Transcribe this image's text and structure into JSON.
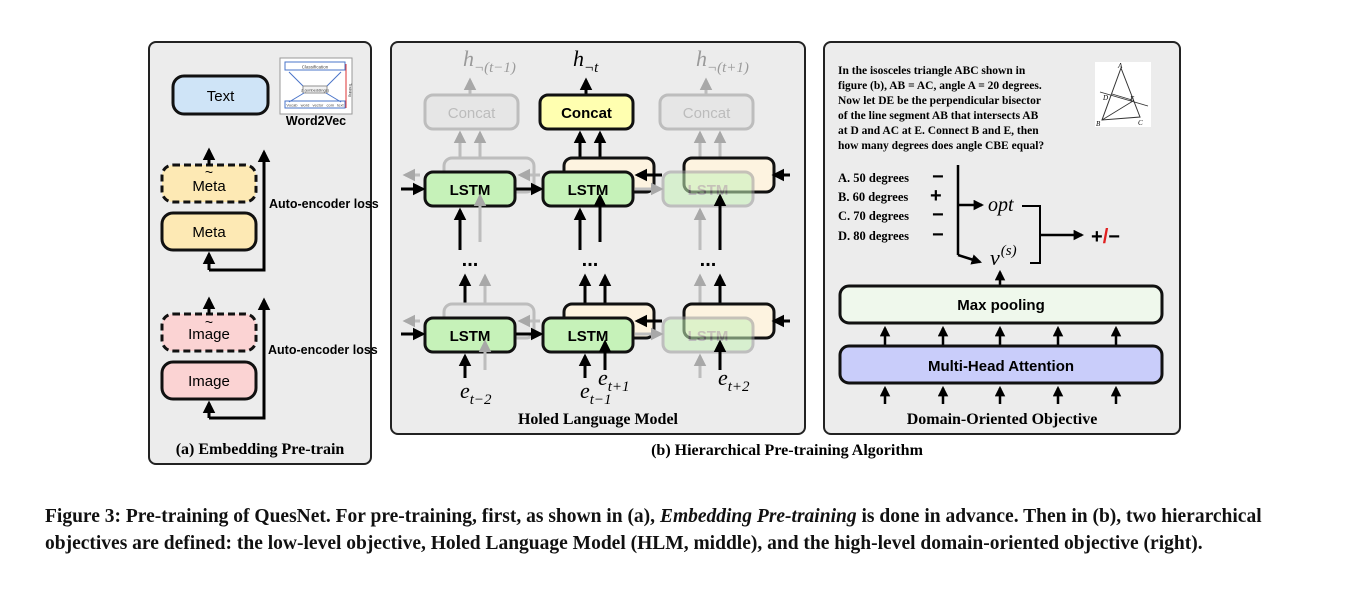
{
  "panel_a": {
    "caption": "(a) Embedding Pre-train",
    "text_node": "Text",
    "word2vec_label": "Word2Vec",
    "w2v_thumb": {
      "top_label": "Classification",
      "side_label": "Training",
      "mid_label": "Z (embeddings)",
      "bottom_labels": [
        "Vocab",
        "word",
        "vector",
        "com",
        "text"
      ]
    },
    "meta_tilde": "Meta",
    "meta": "Meta",
    "image_tilde": "Image",
    "image": "Image",
    "loss_label_1": "Auto-encoder loss",
    "loss_label_2": "Auto-encoder loss"
  },
  "panel_b": {
    "caption": "(b) Hierarchical Pre-training Algorithm",
    "subtitle": "Holed Language Model",
    "h_labels": [
      "h",
      "h",
      "h"
    ],
    "h_subs": [
      "¬(t−1)",
      "¬t",
      "¬(t+1)"
    ],
    "concat": "Concat",
    "lstm": "LSTM",
    "dots": "...",
    "e_base": "e",
    "e_subs": [
      "t−2",
      "t−1",
      "t+1",
      "t+2"
    ]
  },
  "panel_c": {
    "subtitle": "Domain-Oriented Objective",
    "question_lines": [
      "In the isosceles triangle ABC shown in",
      "figure (b), AB = AC, angle A = 20 degrees.",
      "Now let DE be the perpendicular bisector",
      "of the line segment AB that intersects AB",
      "at D and AC at E. Connect B and E, then",
      "how many degrees does angle CBE equal?"
    ],
    "triangle_labels": [
      "A",
      "D",
      "E",
      "B",
      "C"
    ],
    "options": [
      "A. 50 degrees",
      "B. 60 degrees",
      "C. 70 degrees",
      "D. 80 degrees"
    ],
    "option_marks": [
      "−",
      "+",
      "−",
      "−"
    ],
    "opt_label": "opt",
    "v_label": "v",
    "v_sup": "(s)",
    "result_plus": "+",
    "result_slash": "/",
    "result_minus": "−",
    "maxpool": "Max pooling",
    "mha": "Multi-Head Attention"
  },
  "caption": {
    "part1": "Figure 3: Pre-training of QuesNet. For pre-training, first, as shown in (a), ",
    "emph": "Embedding Pre-training",
    "part2": " is done in advance. Then in (b), two hierarchical objectives are defined: the low-level objective, Holed Language Model (HLM, middle), and the high-level domain-oriented objective (right)."
  },
  "colors": {
    "panel_bg": "#ececec",
    "text_blue": "#cfe4f7",
    "meta_yellow": "#fde9b4",
    "image_pink": "#fbd3d3",
    "lstm_green": "#c6f2b9",
    "concat_yellow": "#ffffb0",
    "faded_beige": "#fdf3e0",
    "maxpool_bg": "#eff8ec",
    "mha_purple": "#c9cdfa",
    "red_slash": "#e02020"
  }
}
